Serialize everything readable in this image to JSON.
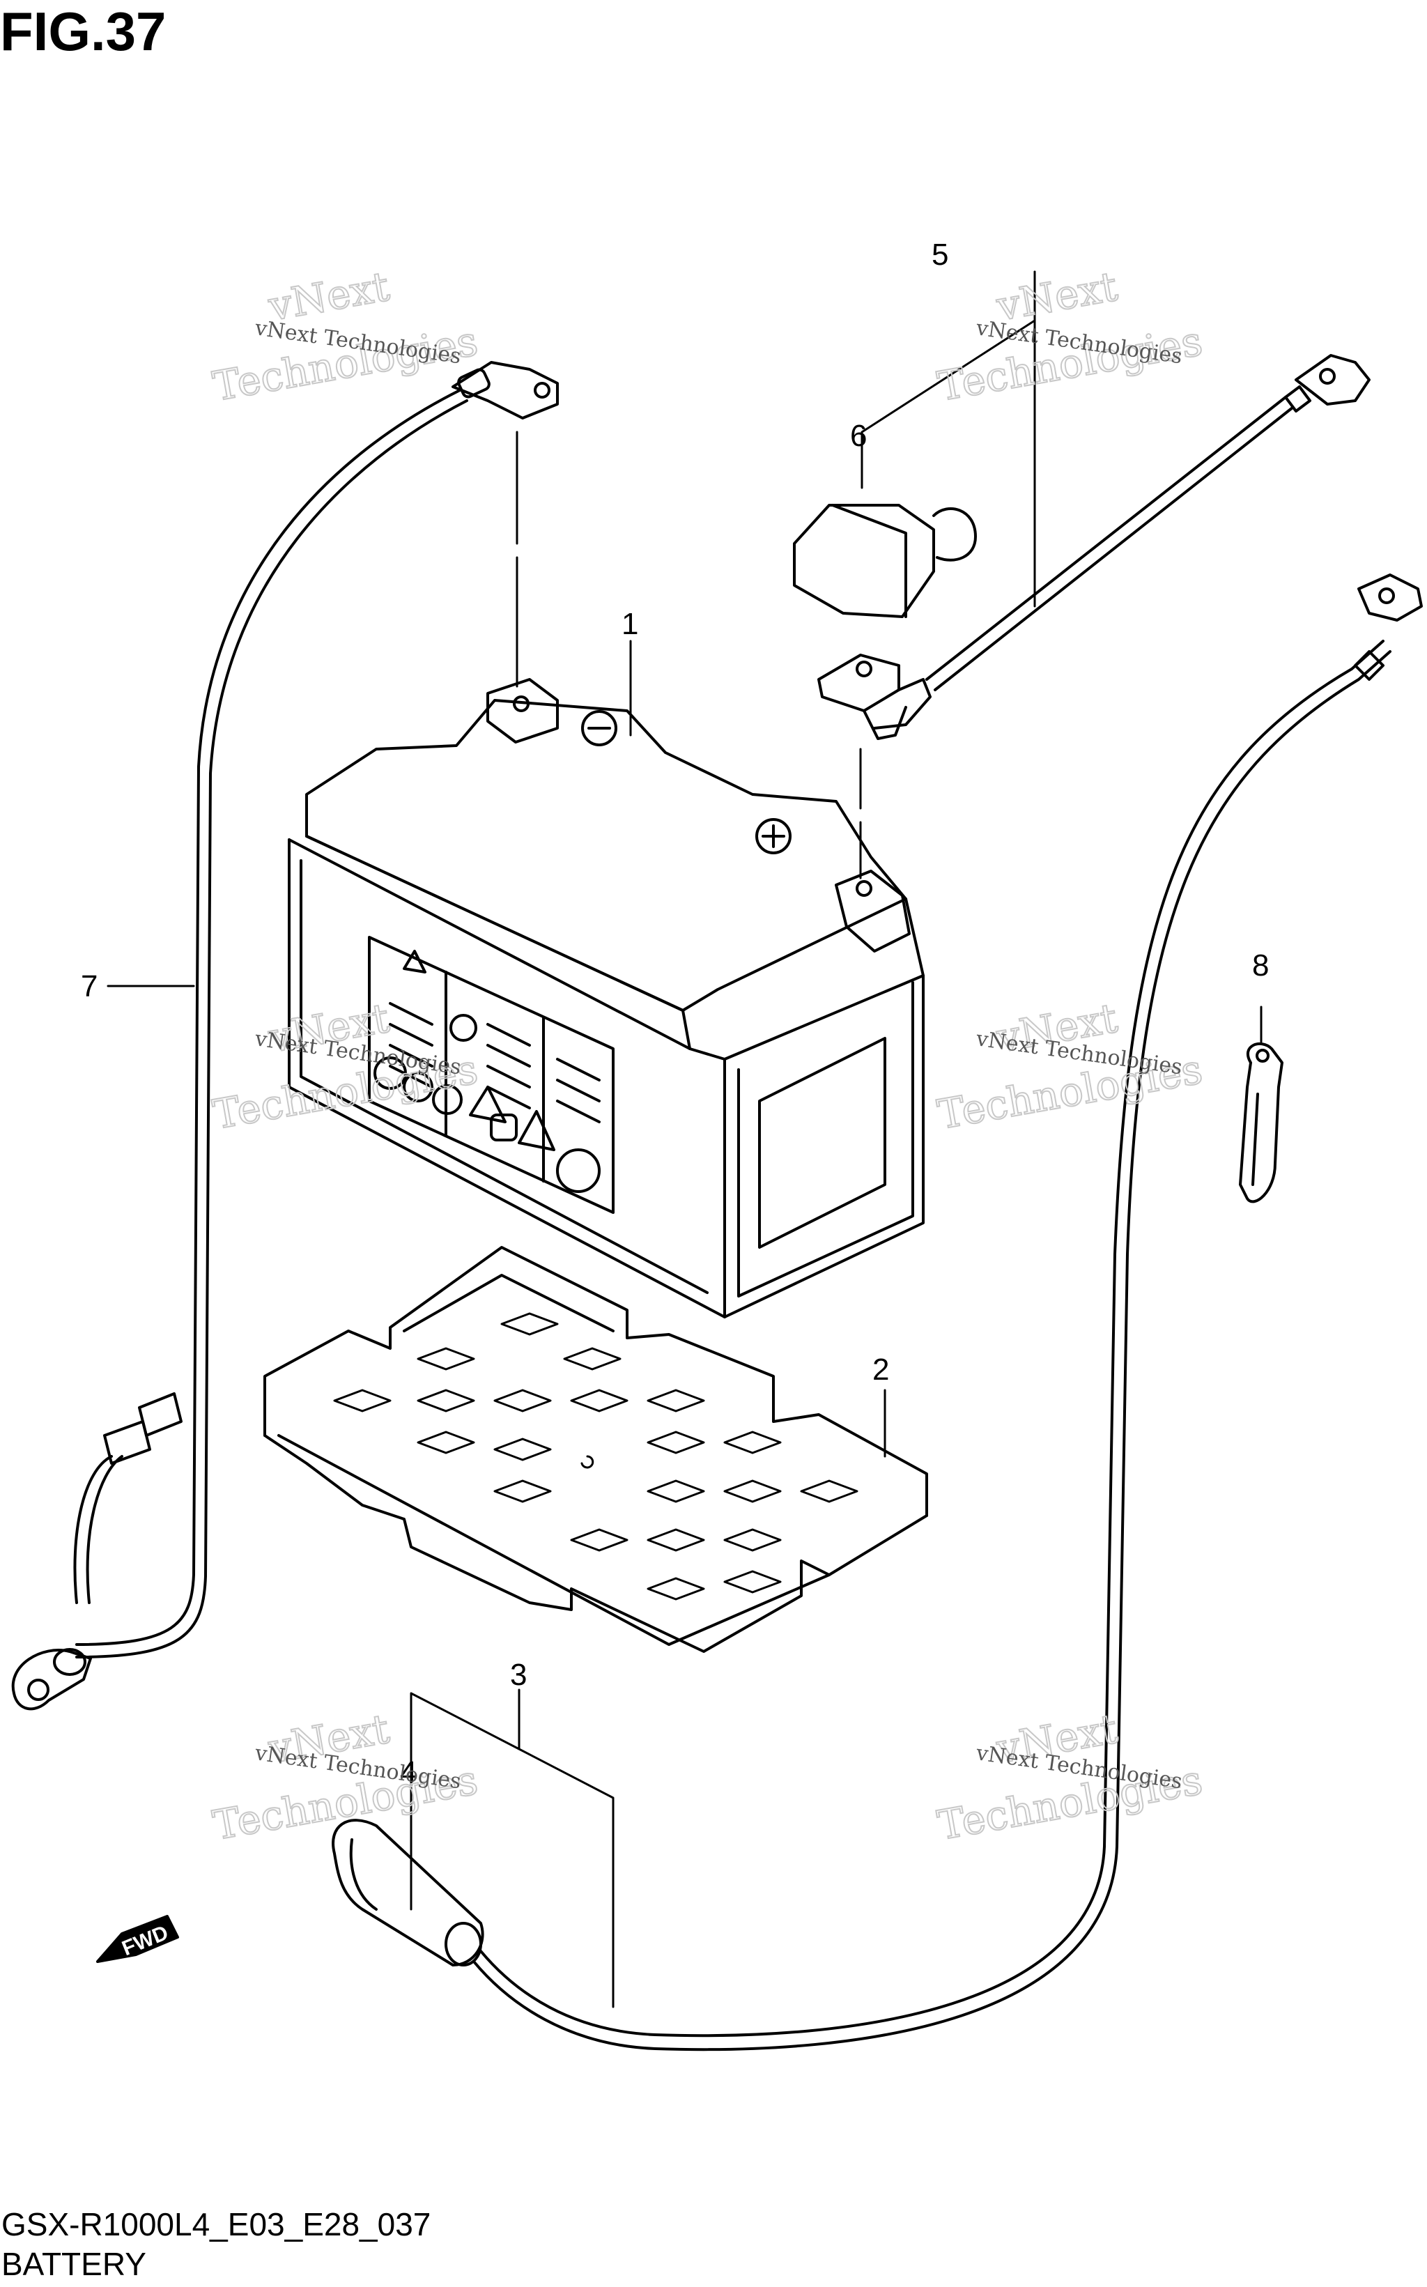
{
  "figure": {
    "title": "FIG.37",
    "code": "GSX-R1000L4_E03_E28_037",
    "name": "BATTERY"
  },
  "callouts": [
    "1",
    "2",
    "3",
    "4",
    "5",
    "6",
    "7",
    "8"
  ],
  "watermark": {
    "small": "vNext Technologies",
    "big_top": "vNext",
    "big_bottom": "Technologies"
  },
  "direction_badge": "FWD",
  "colors": {
    "line": "#000000",
    "watermark": "#c8c8c8"
  }
}
